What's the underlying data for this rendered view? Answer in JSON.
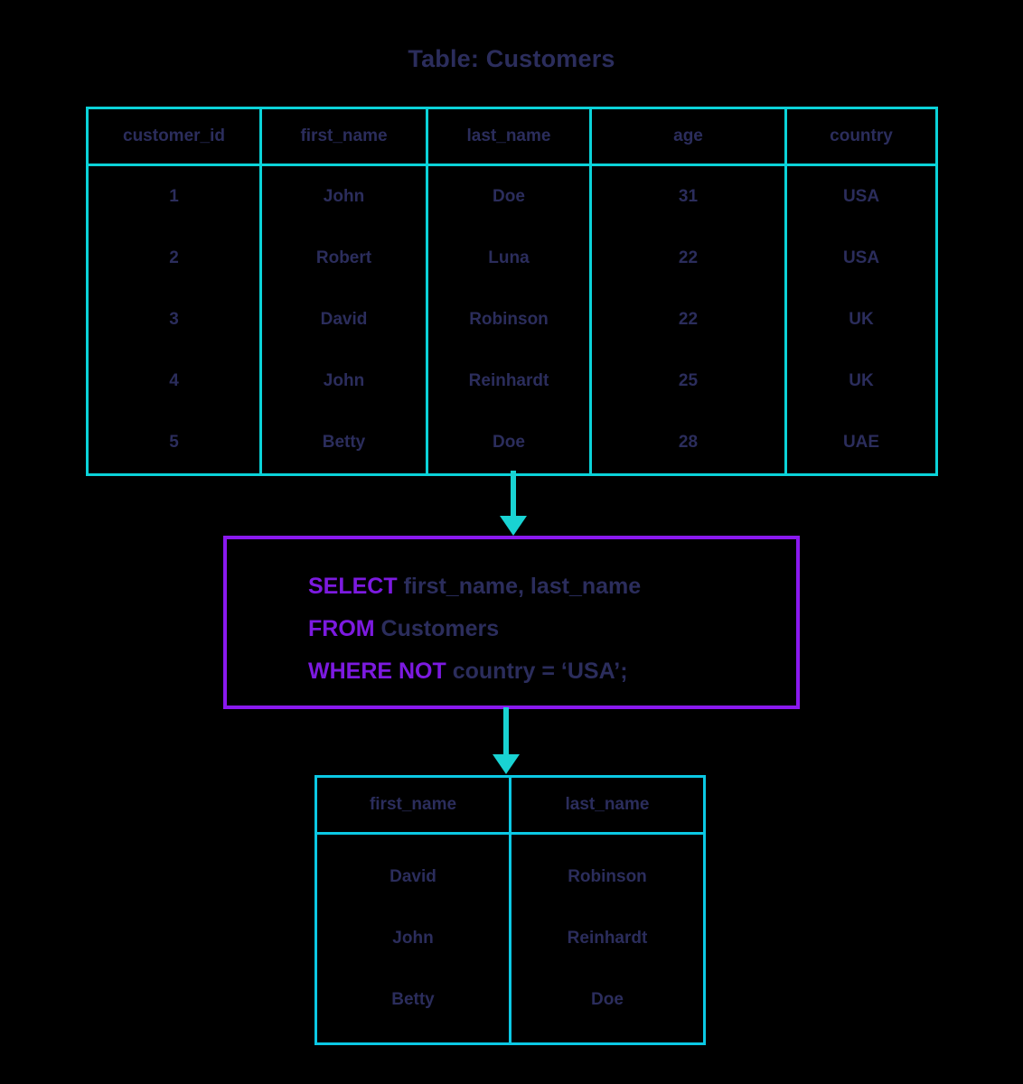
{
  "title": "Table: Customers",
  "colors": {
    "background": "#000000",
    "table_border": "#0bd3d9",
    "result_table_border": "#0bc8e4",
    "arrow": "#19d3d3",
    "query_box_border": "#8a19ef",
    "sql_keyword": "#7c1ae0",
    "text": "#2b2d5c"
  },
  "source_table": {
    "name": "Customers",
    "columns": [
      "customer_id",
      "first_name",
      "last_name",
      "age",
      "country"
    ],
    "rows": [
      [
        "1",
        "John",
        "Doe",
        "31",
        "USA"
      ],
      [
        "2",
        "Robert",
        "Luna",
        "22",
        "USA"
      ],
      [
        "3",
        "David",
        "Robinson",
        "22",
        "UK"
      ],
      [
        "4",
        "John",
        "Reinhardt",
        "25",
        "UK"
      ],
      [
        "5",
        "Betty",
        "Doe",
        "28",
        "UAE"
      ]
    ]
  },
  "query": {
    "lines": [
      {
        "keyword": "SELECT",
        "rest": " first_name, last_name"
      },
      {
        "keyword": "FROM",
        "rest": " Customers"
      },
      {
        "keyword": "WHERE NOT",
        "rest": " country = ‘USA’;"
      }
    ]
  },
  "result_table": {
    "columns": [
      "first_name",
      "last_name"
    ],
    "rows": [
      [
        "David",
        "Robinson"
      ],
      [
        "John",
        "Reinhardt"
      ],
      [
        "Betty",
        "Doe"
      ]
    ]
  },
  "arrows": [
    {
      "name": "arrow-table-to-query",
      "direction": "down"
    },
    {
      "name": "arrow-query-to-result",
      "direction": "down"
    }
  ]
}
